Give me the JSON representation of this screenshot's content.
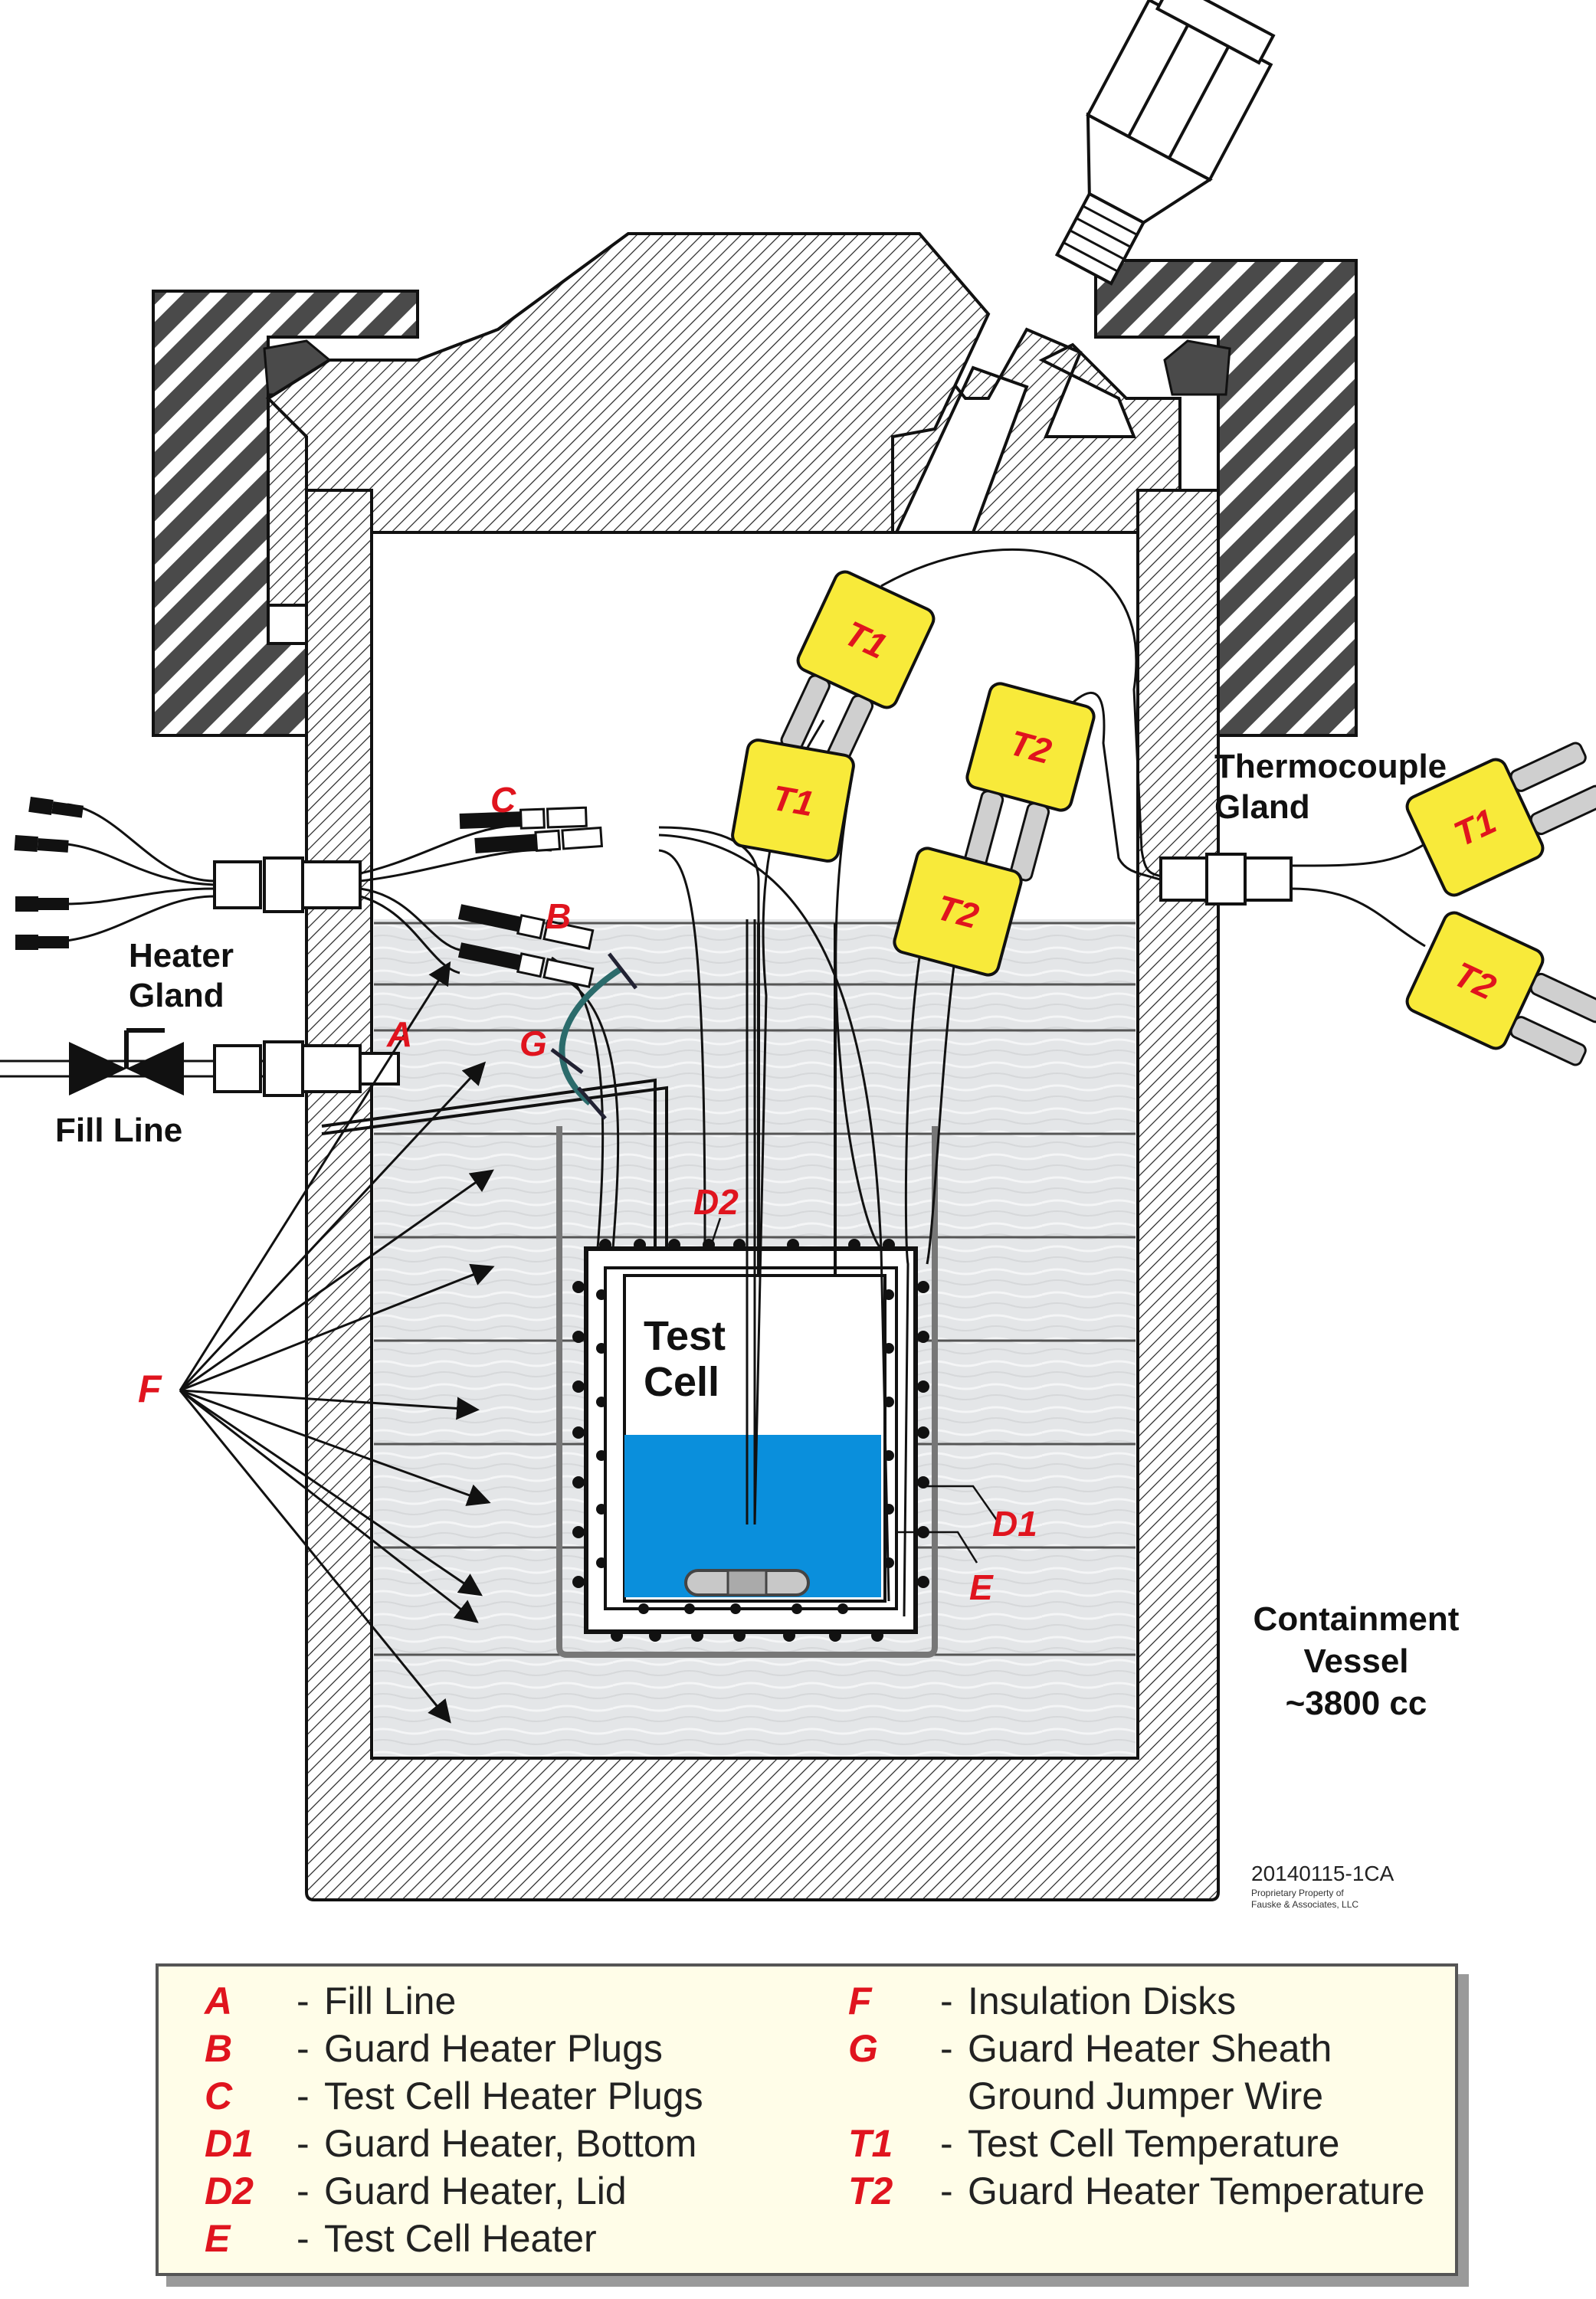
{
  "labels": {
    "heater_gland": [
      "Heater",
      "Gland"
    ],
    "fill_line": "Fill Line",
    "thermocouple_gland": [
      "Thermocouple",
      "Gland"
    ],
    "test_cell": [
      "Test",
      "Cell"
    ],
    "containment_vessel": [
      "Containment",
      "Vessel",
      "~3800 cc"
    ],
    "drawing_number": "20140115-1CA",
    "proprietary": [
      "Proprietary Property of",
      "Fauske & Associates, LLC"
    ]
  },
  "callouts": {
    "A": "A",
    "B": "B",
    "C": "C",
    "D1": "D1",
    "D2": "D2",
    "E": "E",
    "F": "F",
    "G": "G"
  },
  "thermocouples": {
    "t1": "T1",
    "t2": "T2"
  },
  "legend": {
    "left": [
      {
        "key": "A",
        "text": "Fill Line"
      },
      {
        "key": "B",
        "text": "Guard Heater Plugs"
      },
      {
        "key": "C",
        "text": "Test Cell Heater Plugs"
      },
      {
        "key": "D1",
        "text": "Guard Heater, Bottom"
      },
      {
        "key": "D2",
        "text": "Guard Heater, Lid"
      },
      {
        "key": "E",
        "text": "Test Cell Heater"
      }
    ],
    "right": [
      {
        "key": "F",
        "text": "Insulation Disks"
      },
      {
        "key": "G",
        "text": "Guard Heater Sheath",
        "text2": "Ground Jumper Wire"
      },
      {
        "key": "T1",
        "text": "Test Cell Temperature"
      },
      {
        "key": "T2",
        "text": "Guard Heater Temperature"
      }
    ]
  },
  "colors": {
    "label_red": "#e0141e",
    "thermocouple_yellow": "#f8ea3a",
    "liquid_blue": "#0a8fdc",
    "legend_bg": "#fffde8"
  }
}
